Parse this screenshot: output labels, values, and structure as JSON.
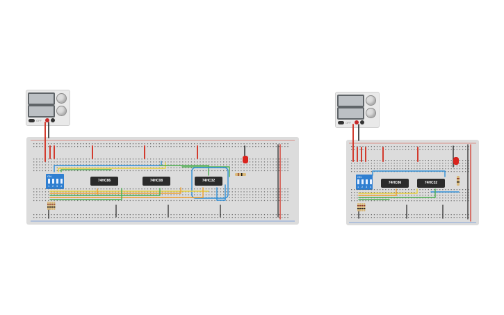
{
  "circuit_left": {
    "chips": [
      {
        "label": "74HC86"
      },
      {
        "label": "74HC08"
      },
      {
        "label": "74HC32"
      }
    ],
    "dip_switch": {
      "label": "ON",
      "numbers": [
        "1",
        "2",
        "3",
        "4"
      ]
    },
    "power_supply": {
      "status_label": "OFF"
    }
  },
  "circuit_right": {
    "chips": [
      {
        "label": "74HC86"
      },
      {
        "label": "74HC32"
      }
    ],
    "dip_switch": {
      "label": "ON",
      "numbers": [
        "1",
        "2",
        "3",
        "4"
      ]
    },
    "power_supply": {
      "status_label": "OFF"
    }
  },
  "colors": {
    "rail_red": "#d23b2e",
    "rail_blue": "#2d6bd1",
    "wire_green": "#4caf50",
    "wire_orange": "#f0a030",
    "wire_yellow": "#e8d23a",
    "wire_blue": "#2e8fd8",
    "wire_black": "#222222",
    "led_red": "#d9231d",
    "dip_blue": "#2f7fd1"
  }
}
